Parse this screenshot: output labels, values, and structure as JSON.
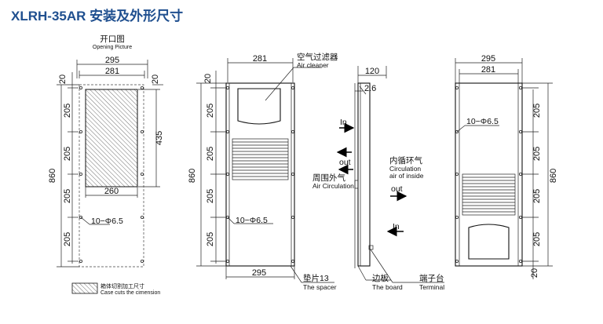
{
  "title": "XLRH-35AR 安装及外形尺寸",
  "views": {
    "opening": {
      "label_cn": "开口图",
      "label_en": "Opening Picture",
      "dims": {
        "w_outer": "295",
        "w_inner": "281",
        "w_cut": "260",
        "h_total": "860",
        "h_cut": "435",
        "top": "20",
        "top_r": "20",
        "seg1": "205",
        "seg2": "205",
        "seg3": "205",
        "seg4": "205"
      },
      "holes": "10−Φ6.5"
    },
    "front": {
      "dims": {
        "w_top": "281",
        "w_bottom": "295",
        "h_total": "860",
        "top": "20",
        "seg1": "205",
        "seg2": "205",
        "seg3": "205",
        "seg4": "205"
      },
      "holes": "10−Φ6.5",
      "air_cleaner_cn": "空气过滤器",
      "air_cleaner_en": "Air cleaner",
      "spacer_cn": "垫片13",
      "spacer_en": "The spacer"
    },
    "side": {
      "dims": {
        "depth": "120",
        "plate": "2.6"
      },
      "in_top": "In",
      "out_top": "out",
      "surround_cn": "周围外气",
      "surround_en": "Air Circulation",
      "inner_cn": "内循环气",
      "inner_en1": "Circulation",
      "inner_en2": "air of inside",
      "out_right": "out",
      "in_bottom": "In",
      "board_cn": "边板",
      "board_en": "The board",
      "terminal_cn": "端子台",
      "terminal_en": "Terminal"
    },
    "rear": {
      "dims": {
        "w_outer": "295",
        "w_inner": "281",
        "h_total": "860",
        "bottom": "20",
        "seg1": "205",
        "seg2": "205",
        "seg3": "205",
        "seg4": "205"
      },
      "holes": "10−Φ6.5"
    }
  },
  "legend": {
    "cn": "箱体切割加工尺寸",
    "en": "Case cuts the cimension"
  },
  "icons": {
    "arrow": "arrow-right-icon",
    "hatch": "hatch-pattern"
  }
}
